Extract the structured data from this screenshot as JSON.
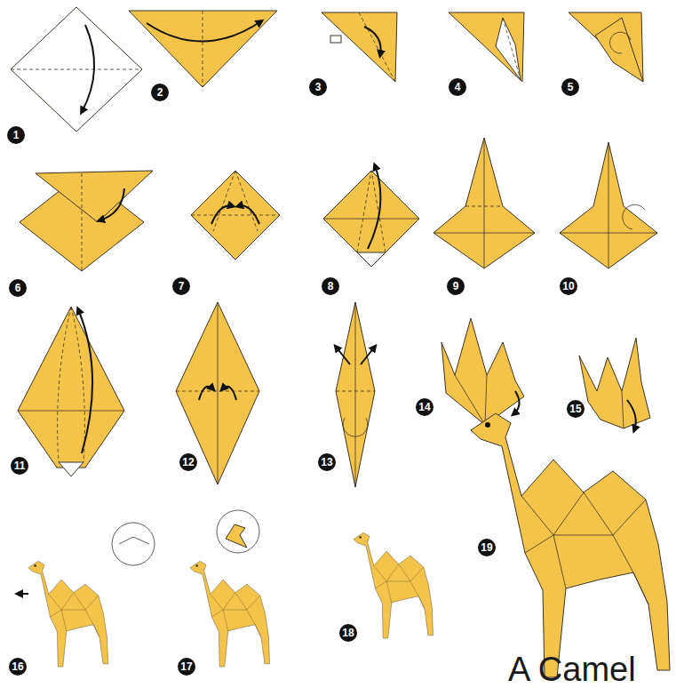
{
  "diagram": {
    "caption": "A Camel",
    "labels": [
      "1",
      "2",
      "3",
      "4",
      "5",
      "6",
      "7",
      "8",
      "9",
      "10",
      "11",
      "12",
      "13",
      "14",
      "15",
      "16",
      "17",
      "18",
      "19"
    ]
  }
}
